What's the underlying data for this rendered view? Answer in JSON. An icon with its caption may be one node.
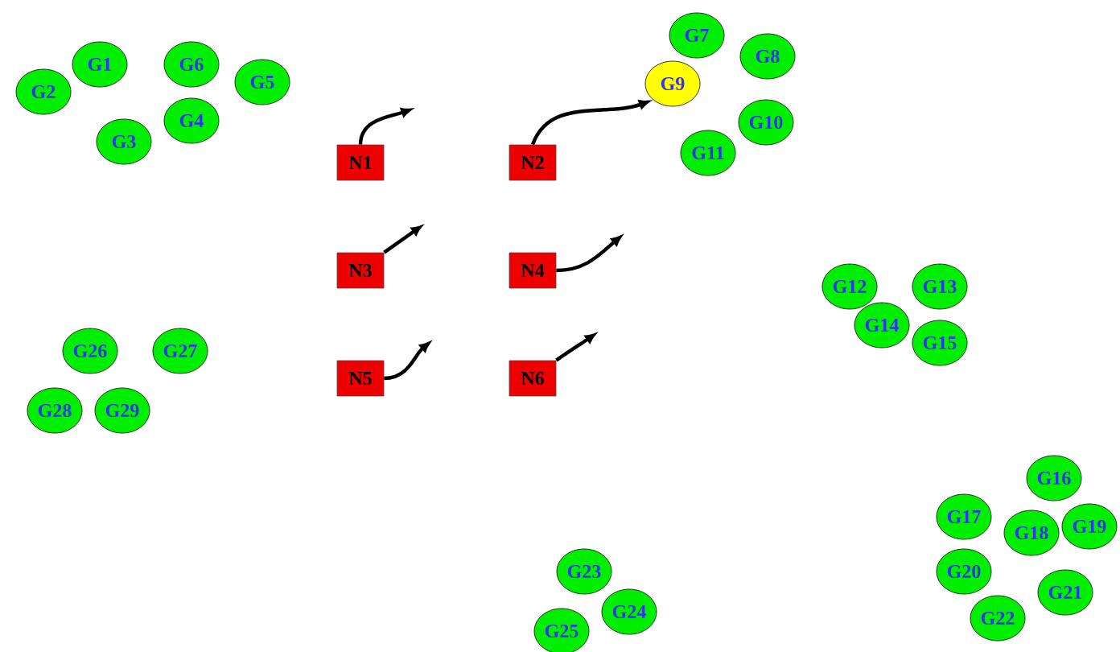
{
  "diagram": {
    "nodes": [
      {
        "text": [
          "G1"
        ]
      },
      {
        "text": [
          "G2"
        ]
      },
      {
        "text": [
          "G3"
        ]
      },
      {
        "text": [
          "G4"
        ]
      },
      {
        "text": [
          "G5"
        ]
      },
      {
        "text": [
          "G6"
        ]
      },
      {
        "text": [
          "G7"
        ]
      },
      {
        "text": [
          "G8"
        ]
      },
      {
        "text": [
          "G9"
        ]
      },
      {
        "text": [
          "G10"
        ]
      },
      {
        "text": [
          "G11"
        ]
      },
      {
        "text": [
          "G12"
        ]
      },
      {
        "text": [
          "G13"
        ]
      },
      {
        "text": [
          "G14"
        ]
      },
      {
        "text": [
          "G15"
        ]
      },
      {
        "text": [
          "G16"
        ]
      },
      {
        "text": [
          "G17"
        ]
      },
      {
        "text": [
          "G18"
        ]
      },
      {
        "text": [
          "G19"
        ]
      },
      {
        "text": [
          "G20"
        ]
      },
      {
        "text": [
          "G21"
        ]
      },
      {
        "text": [
          "G22"
        ]
      },
      {
        "text": [
          "G23"
        ]
      },
      {
        "text": [
          "G24"
        ]
      },
      {
        "text": [
          "G25"
        ]
      },
      {
        "text": [
          "G26"
        ]
      },
      {
        "text": [
          "G27"
        ]
      },
      {
        "text": [
          "G28"
        ]
      },
      {
        "text": [
          "G29"
        ]
      },
      {
        "text": [
          "N1"
        ]
      },
      {
        "text": [
          "N2"
        ]
      },
      {
        "text": [
          "N3"
        ]
      },
      {
        "text": [
          "N4"
        ]
      },
      {
        "text": [
          "N5"
        ]
      },
      {
        "text": [
          "N6"
        ]
      }
    ],
    "edges": [
      {
        "from": 29,
        "to": null,
        "arrow": "to"
      },
      {
        "from": 30,
        "to": 8,
        "arrow": "to"
      },
      {
        "from": 31,
        "to": null,
        "arrow": "to"
      },
      {
        "from": 32,
        "to": null,
        "arrow": "to"
      },
      {
        "from": 33,
        "to": null,
        "arrow": "to"
      },
      {
        "from": 34,
        "to": null,
        "arrow": "to"
      }
    ]
  }
}
